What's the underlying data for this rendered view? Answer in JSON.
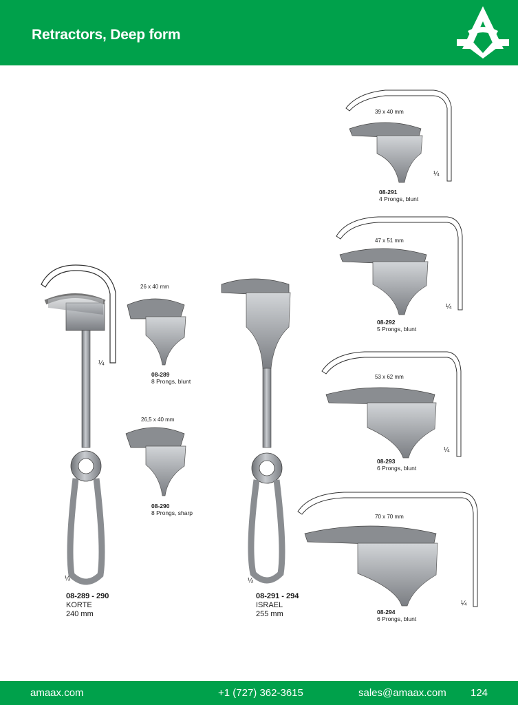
{
  "header": {
    "title": "Retractors, Deep form",
    "logo": "amaax-logo"
  },
  "footer": {
    "website": "amaax.com",
    "phone": "+1 (727) 362-3615",
    "email": "sales@amaax.com",
    "page": "124"
  },
  "colors": {
    "brand": "#00a14b",
    "steel": "#8a8d91"
  },
  "products": [
    {
      "code": "08-291",
      "desc": "4 Prongs, blunt",
      "dim": "39 x 40 mm",
      "scale": "¼"
    },
    {
      "code": "08-292",
      "desc": "5 Prongs, blunt",
      "dim": "47 x 51 mm",
      "scale": "¼"
    },
    {
      "code": "08-293",
      "desc": "6 Prongs, blunt",
      "dim": "53 x 62 mm",
      "scale": "¼"
    },
    {
      "code": "08-294",
      "desc": "6 Prongs, blunt",
      "dim": "70 x 70 mm",
      "scale": "¼"
    },
    {
      "code": "08-289",
      "desc": "8 Prongs, blunt",
      "dim": "26 x 40 mm"
    },
    {
      "code": "08-290",
      "desc": "8 Prongs, sharp",
      "dim": "26,5 x 40 mm"
    }
  ],
  "korte": {
    "range": "08-289 - 290",
    "name": "KORTE",
    "length": "240 mm",
    "scale_side": "¼",
    "scale_full": "½"
  },
  "israel": {
    "range": "08-291 - 294",
    "name": "ISRAEL",
    "length": "255 mm",
    "scale_full": "½"
  }
}
